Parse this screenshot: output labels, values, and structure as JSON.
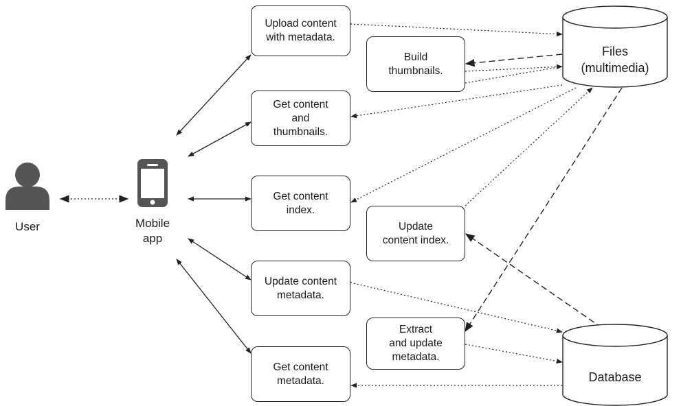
{
  "actors": {
    "user": {
      "label": "User",
      "icon": "user-icon"
    },
    "mobile_app": {
      "label": "Mobile\napp",
      "icon": "smartphone-icon"
    }
  },
  "steps": {
    "upload": "Upload content\nwith metadata.",
    "build_thumbnails": "Build\nthumbnails.",
    "get_content_thumbnails": "Get content\nand\nthumbnails.",
    "get_index": "Get content\nindex.",
    "update_index": "Update\ncontent index.",
    "update_metadata": "Update content\nmetadata.",
    "extract_metadata": "Extract\nand update\nmetadata.",
    "get_metadata": "Get content\nmetadata."
  },
  "stores": {
    "files": "Files\n(multimedia)",
    "database": "Database"
  },
  "colors": {
    "line": "#222222",
    "icon": "#555555"
  }
}
